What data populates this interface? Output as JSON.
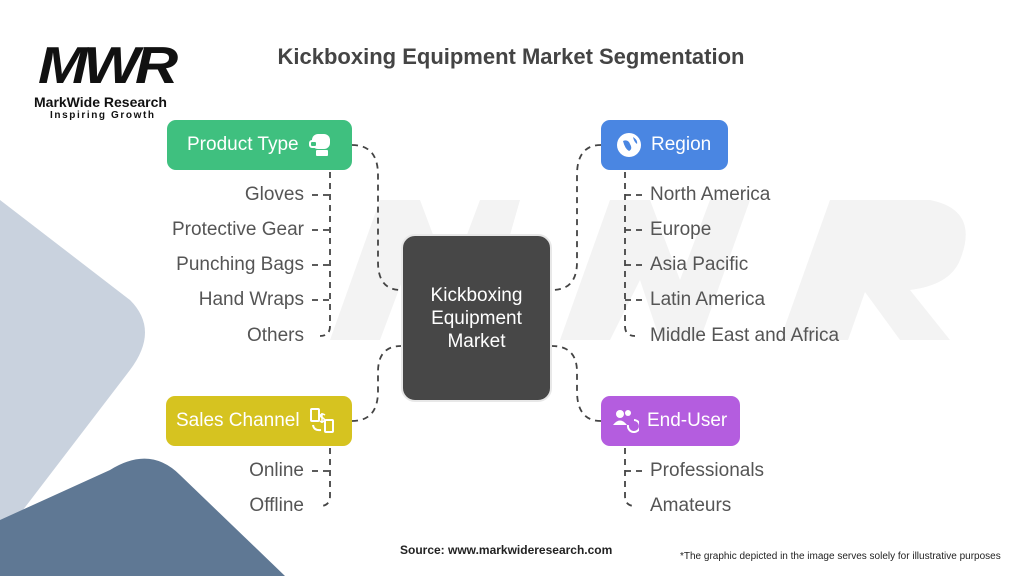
{
  "title": "Kickboxing Equipment Market Segmentation",
  "logo": {
    "mark": "MWR",
    "name": "MarkWide Research",
    "tagline": "Inspiring Growth"
  },
  "center": {
    "label_lines": [
      "Kickboxing",
      "Equipment",
      "Market"
    ]
  },
  "segments": [
    {
      "label": "Product Type",
      "icon": "boxing-glove-icon",
      "color": "#3fc07f",
      "items": [
        "Gloves",
        "Protective Gear",
        "Punching Bags",
        "Hand Wraps",
        "Others"
      ]
    },
    {
      "label": "Region",
      "icon": "globe-icon",
      "color": "#4a86e2",
      "items": [
        "North America",
        "Europe",
        "Asia Pacific",
        "Latin America",
        "Middle East and Africa"
      ]
    },
    {
      "label": "Sales Channel",
      "icon": "exchange-payment-icon",
      "color": "#d6c320",
      "items": [
        "Online",
        "Offline"
      ]
    },
    {
      "label": "End-User",
      "icon": "users-refresh-icon",
      "color": "#b45ddf",
      "items": [
        "Professionals",
        "Amateurs"
      ]
    }
  ],
  "footer": {
    "source": "Source: www.markwideresearch.com",
    "disclaimer": "*The graphic depicted in the image serves solely for illustrative purposes"
  }
}
